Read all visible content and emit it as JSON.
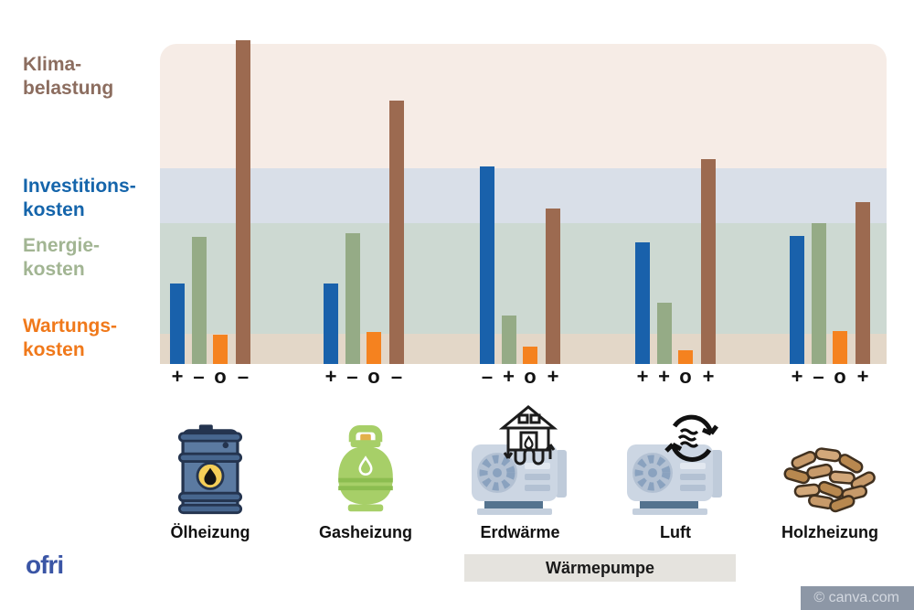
{
  "left_axis_labels": [
    {
      "line1": "Klima-",
      "line2": "belastung",
      "color": "#8c6d5f"
    },
    {
      "line1": "Investitions-",
      "line2": "kosten",
      "color": "#1565ab"
    },
    {
      "line1": "Energie-",
      "line2": "kosten",
      "color": "#a2b593"
    },
    {
      "line1": "Wartungs-",
      "line2": "kosten",
      "color": "#f0791b"
    }
  ],
  "chart_data": {
    "type": "bar",
    "categories": [
      "Ölheizung",
      "Gasheizung",
      "Erdwärme",
      "Luft",
      "Holzheizung"
    ],
    "series": [
      {
        "name": "Investitionskosten",
        "color": "#1961ab",
        "values": [
          88,
          88,
          216,
          133,
          140
        ],
        "ratings": [
          "+",
          "+",
          "–",
          "+",
          "+"
        ]
      },
      {
        "name": "Energiekosten",
        "color": "#95ab86",
        "values": [
          139,
          143,
          53,
          67,
          154
        ],
        "ratings": [
          "–",
          "–",
          "+",
          "+",
          "–"
        ]
      },
      {
        "name": "Wartungskosten",
        "color": "#f5821f",
        "values": [
          32,
          35,
          19,
          15,
          36
        ],
        "ratings": [
          "o",
          "o",
          "o",
          "o",
          "o"
        ]
      },
      {
        "name": "Klimabelastung",
        "color": "#9c6a50",
        "values": [
          354,
          288,
          170,
          224,
          177
        ],
        "ratings": [
          "–",
          "–",
          "+",
          "+",
          "+"
        ]
      }
    ],
    "value_unit": "relative bar height (no numeric axis shown)",
    "bands": [
      {
        "label": "Klimabelastung",
        "color": "#f6ece6"
      },
      {
        "label": "Investitionskosten",
        "color": "#d9dfe8"
      },
      {
        "label": "Energiekosten",
        "color": "#cdd9d2"
      },
      {
        "label": "Wartungskosten",
        "color": "#e3d7c8"
      }
    ],
    "grid": false,
    "legend_position": "left"
  },
  "group_label_bar": {
    "label": "Wärmepumpe",
    "bg": "#e5e3de"
  },
  "icons": [
    {
      "name": "oil-barrel-icon"
    },
    {
      "name": "gas-bottle-icon"
    },
    {
      "name": "geothermal-heat-pump-icon"
    },
    {
      "name": "air-heat-pump-icon"
    },
    {
      "name": "wood-pellets-icon"
    }
  ],
  "footer": {
    "logo_text": "ofri",
    "logo_color": "#3a55a5",
    "credit_text": "© canva.com"
  }
}
